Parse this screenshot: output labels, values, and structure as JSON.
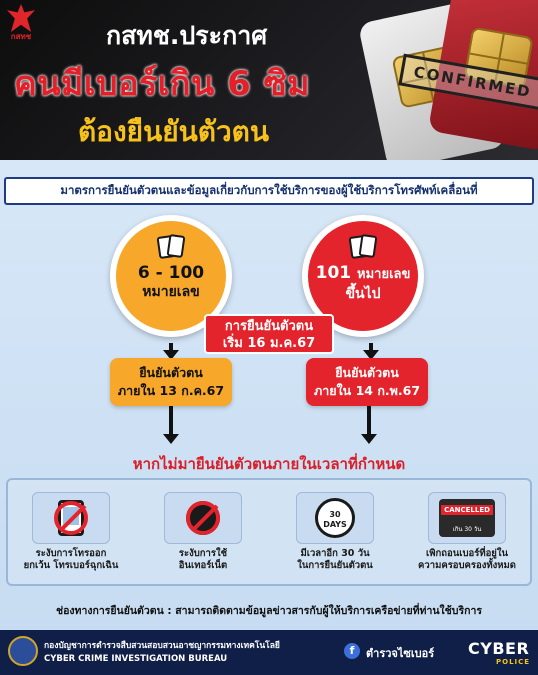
{
  "header": {
    "logo_text": "กสทช",
    "title": "กสทช.ประกาศ",
    "headline": "คนมีเบอร์เกิน 6 ซิม",
    "subheadline": "ต้องยืนยันตัวตน",
    "stamp": "CONFIRMED"
  },
  "banner": "มาตรการยืนยันตัวตนและข้อมูลเกี่ยวกับการใช้บริการของผู้ใช้บริการโทรศัพท์เคลื่อนที่",
  "groups": [
    {
      "number": "6 - 100",
      "label": "หมายเลข",
      "deadline_line1": "ยืนยันตัวตน",
      "deadline_line2": "ภายใน 13 ก.ค.67"
    },
    {
      "number": "101",
      "label_inline": "หมายเลข",
      "label": "ขึ้นไป",
      "deadline_line1": "ยืนยันตัวตน",
      "deadline_line2": "ภายใน 14 ก.พ.67"
    }
  ],
  "start": {
    "line1": "การยืนยันตัวตน",
    "line2": "เริ่ม 16 ม.ค.67"
  },
  "warning": "หากไม่มายืนยันตัวตนภายในเวลาที่กำหนด",
  "consequences": [
    {
      "line1": "ระงับการโทรออก",
      "line2": "ยกเว้น โทรเบอร์ฉุกเฉิน",
      "icon": "phone-ban-icon"
    },
    {
      "line1": "ระงับการใช้",
      "line2": "อินเทอร์เน็ต",
      "icon": "globe-ban-icon"
    },
    {
      "line1": "มีเวลาอีก 30 วัน",
      "line2": "ในการยืนยันตัวตน",
      "icon": "calendar-icon",
      "icon_line1": "30",
      "icon_line2": "DAYS"
    },
    {
      "line1": "เพิกถอนเบอร์ที่อยู่ใน",
      "line2": "ความครอบครองทั้งหมด",
      "icon": "cancelled-icon",
      "icon_tag": "CANCELLED",
      "icon_small": "เกิน 30 วัน"
    }
  ],
  "channel": "ช่องทางการยืนยันตัวตน : สามารถติดตามข้อมูลข่าวสารกับผู้ให้บริการเครือข่ายที่ท่านใช้บริการ",
  "footer": {
    "org_th": "กองบัญชาการตำรวจสืบสวนสอบสวนอาชญากรรมทางเทคโนโลยี",
    "org_en": "CYBER CRIME INVESTIGATION BUREAU",
    "page": "ตำรวจไซเบอร์",
    "brand": "CYBER",
    "brand_sub": "POLICE"
  },
  "colors": {
    "orange": "#f7a72a",
    "red": "#e4242c",
    "navy": "#0f1f48",
    "yellow": "#f6c21b"
  }
}
